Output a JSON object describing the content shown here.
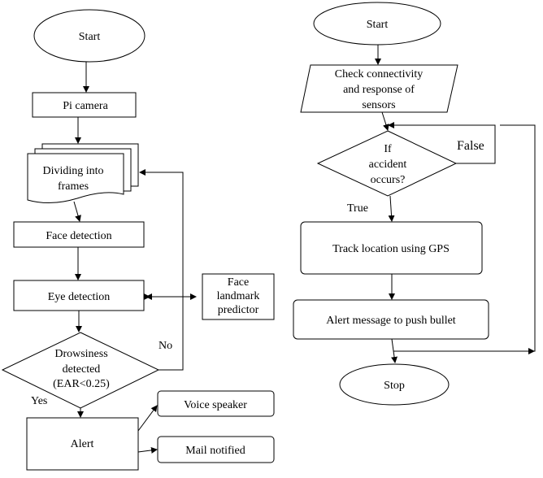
{
  "left_flow": {
    "start": "Start",
    "pi_camera": "Pi camera",
    "dividing": [
      "Dividing into",
      "frames"
    ],
    "face_detection": "Face detection",
    "eye_detection": "Eye detection",
    "face_landmark": [
      "Face",
      "landmark",
      "predictor"
    ],
    "drowsiness": [
      "Drowsiness",
      "detected",
      "(EAR<0.25)"
    ],
    "no_label": "No",
    "yes_label": "Yes",
    "alert": "Alert",
    "voice_speaker": "Voice speaker",
    "mail_notified": "Mail notified"
  },
  "right_flow": {
    "start": "Start",
    "check": [
      "Check connectivity",
      "and response of",
      "sensors"
    ],
    "if_accident": [
      "If",
      "accident",
      "occurs?"
    ],
    "false_label": "False",
    "true_label": "True",
    "track": "Track location using GPS",
    "alert_message": "Alert message to push bullet",
    "stop": "Stop"
  }
}
